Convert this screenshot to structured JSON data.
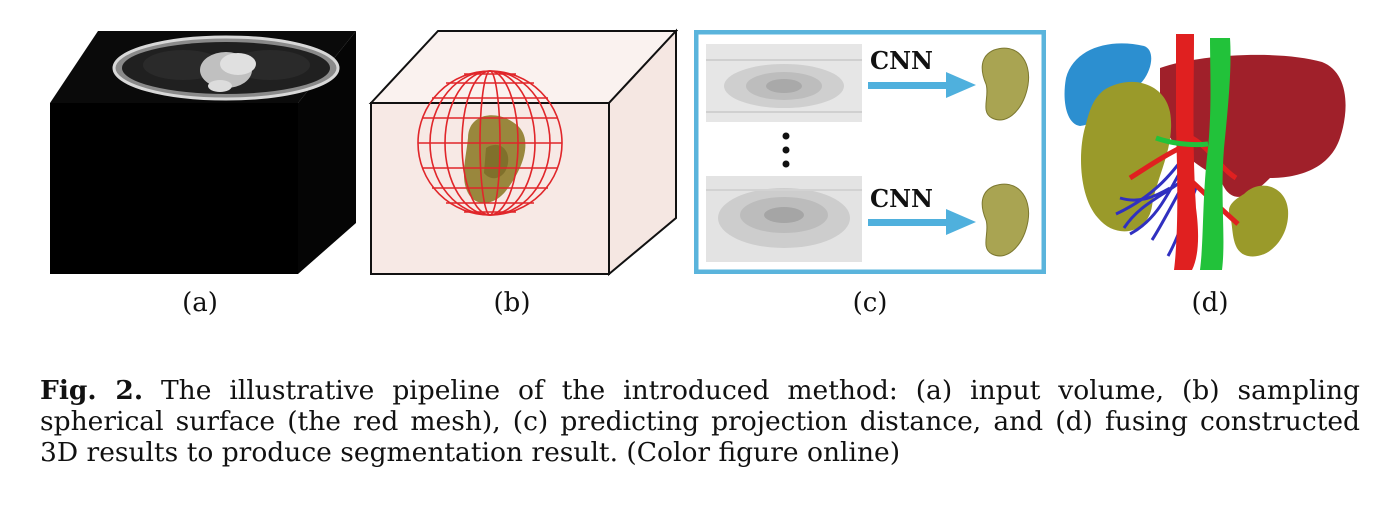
{
  "figure": {
    "panels": [
      {
        "id": "a",
        "label": "(a)"
      },
      {
        "id": "b",
        "label": "(b)"
      },
      {
        "id": "c",
        "label": "(c)",
        "arrow_text_top": "CNN",
        "arrow_text_bottom": "CNN"
      },
      {
        "id": "d",
        "label": "(d)"
      }
    ],
    "colors": {
      "mesh": "#e0262a",
      "cnn_frame": "#5ab4dc",
      "arrow": "#4fb0dd",
      "organ_olive": "#9a9a2a",
      "liver": "#a0202a",
      "spleen": "#2c8fd0",
      "aorta": "#e02020",
      "ivc": "#22c23a",
      "veins": "#3030c0",
      "box_face": "#f8ece8"
    }
  },
  "caption": {
    "prefix": "Fig. 2.",
    "text": " The illustrative pipeline of the introduced method: (a) input volume, (b) sampling spherical surface (the red mesh), (c) predicting projection distance, and (d) fusing constructed 3D results to produce segmentation result. (Color figure online)"
  }
}
